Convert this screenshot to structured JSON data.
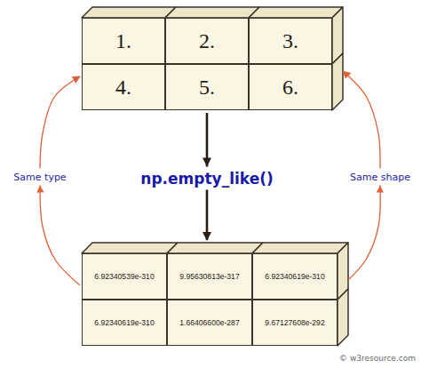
{
  "diagram": {
    "nodes": [
      {
        "text": []
      },
      {
        "text": [
          "1."
        ],
        "in": 0
      },
      {
        "text": [
          "2."
        ],
        "in": 0
      },
      {
        "text": [
          "3."
        ],
        "in": 0
      },
      {
        "text": [
          "4."
        ],
        "in": 0
      },
      {
        "text": [
          "5."
        ],
        "in": 0
      },
      {
        "text": [
          "6."
        ],
        "in": 0
      },
      {
        "text": []
      },
      {
        "text": [
          "6.92340539e-310"
        ],
        "in": 7
      },
      {
        "text": [
          "9.95630813e-317"
        ],
        "in": 7
      },
      {
        "text": [
          "6.92340619e-310"
        ],
        "in": 7
      },
      {
        "text": [
          "6.92340619e-310"
        ],
        "in": 7
      },
      {
        "text": [
          "1.66406600e-287"
        ],
        "in": 7
      },
      {
        "text": [
          "9.67127608e-292"
        ],
        "in": 7
      }
    ],
    "edges": [
      {
        "from": 0,
        "to": 7,
        "label": "np.empty_like()",
        "arrow": "to"
      },
      {
        "from": 7,
        "to": 0,
        "label": "Same type",
        "arrow": "to"
      },
      {
        "from": 7,
        "to": 0,
        "label": "Same shape",
        "arrow": "to"
      }
    ],
    "labels": [
      "© w3resource.com"
    ]
  }
}
